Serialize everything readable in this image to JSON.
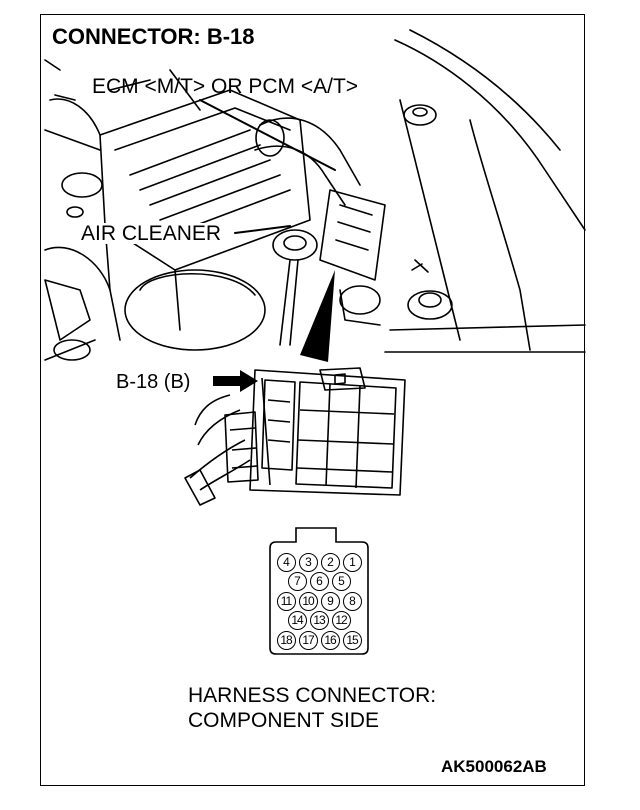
{
  "title": "CONNECTOR: B-18",
  "labels": {
    "ecm": "ECM <M/T> OR PCM <A/T>",
    "air_cleaner": "AIR CLEANER",
    "connector_callout": "B-18 (B)",
    "harness_line1": "HARNESS CONNECTOR:",
    "harness_line2": "COMPONENT SIDE",
    "figure_code": "AK500062AB"
  },
  "connector_pins": {
    "rows": [
      [
        "4",
        "3",
        "2",
        "1"
      ],
      [
        "7",
        "6",
        "5"
      ],
      [
        "11",
        "10",
        "9",
        "8"
      ],
      [
        "14",
        "13",
        "12"
      ],
      [
        "18",
        "17",
        "16",
        "15"
      ]
    ]
  }
}
